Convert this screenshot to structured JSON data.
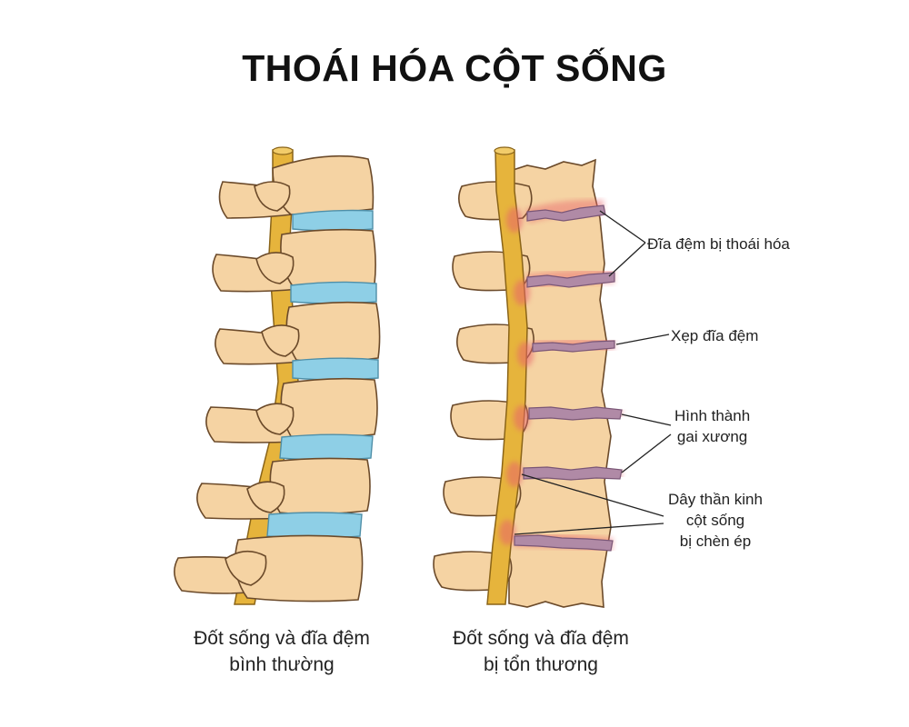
{
  "title": "THOÁI HÓA CỘT SỐNG",
  "captions": {
    "normal": [
      "Đốt sống và đĩa đệm",
      "bình thường"
    ],
    "damaged": [
      "Đốt sống và đĩa đệm",
      "bị tổn thương"
    ]
  },
  "callouts": {
    "degenerated_disc": "Đĩa đệm bị thoái hóa",
    "disc_collapse": "Xẹp đĩa đệm",
    "bone_spur": [
      "Hình thành",
      "gai xương"
    ],
    "nerve_compressed": [
      "Dây thần kinh",
      "cột sống",
      "bị chèn ép"
    ]
  },
  "colors": {
    "bone": "#f5d3a3",
    "bone_outline": "#6b4a2a",
    "healthy_disc": "#8ecfe6",
    "damaged_disc": "#b08aa6",
    "inflammation": "#e8636b",
    "nerve": "#e6b43c"
  }
}
